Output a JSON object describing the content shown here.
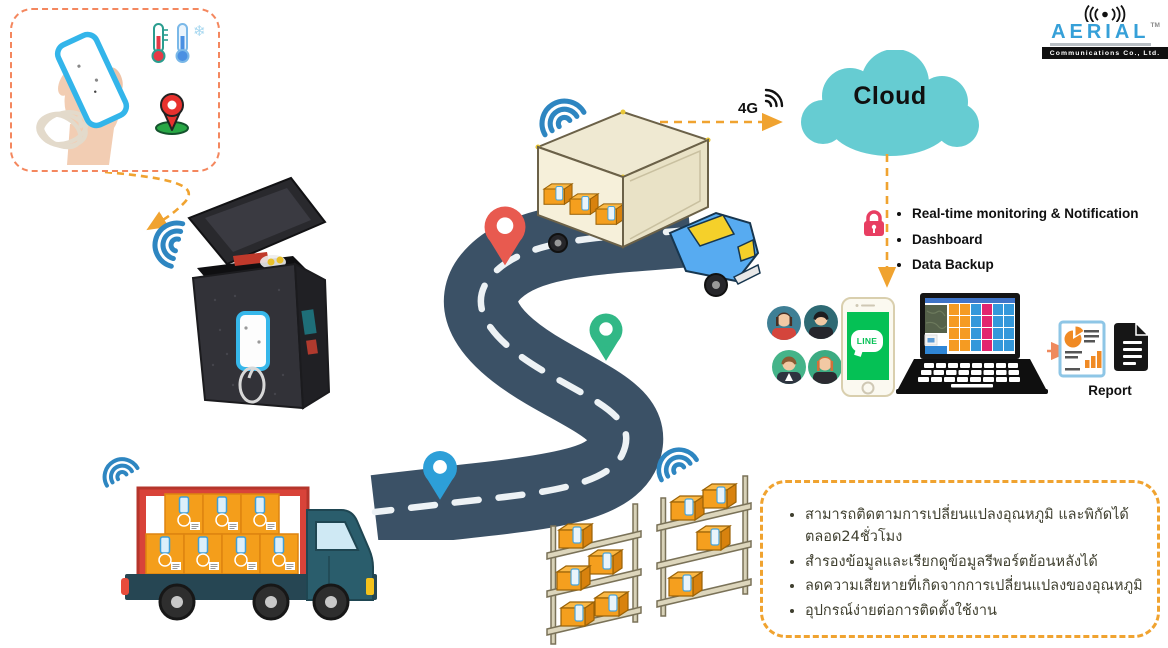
{
  "logo": {
    "brand": "AERIAL",
    "tm": "TM",
    "subtitle": "Communications Co., Ltd."
  },
  "cloud": {
    "label": "Cloud"
  },
  "network": {
    "four_g": "4G"
  },
  "features": {
    "items": [
      "Real-time monitoring & Notification",
      "Dashboard",
      "Data Backup"
    ]
  },
  "apps": {
    "line_label": "LINE"
  },
  "report": {
    "label": "Report"
  },
  "benefits": {
    "items": [
      "สามารถติดตามการเปลี่ยนแปลงอุณหภูมิ และพิกัดได้ ตลอด24ชั่วโมง",
      "สำรองข้อมูลและเรียกดูข้อมูลรีพอร์ตย้อนหลังได้",
      "ลดความเสียหายที่เกิดจากการเปลี่ยนแปลงของอุณหภูมิ",
      "อุปกรณ์ง่ายต่อการติดตั้งใช้งาน"
    ]
  },
  "icons": {
    "snowflake": "❄"
  },
  "colors": {
    "accent_orange": "#F0A330",
    "salmon_dash": "#F4875E",
    "cloud_teal": "#66CCD2",
    "road": "#3B5166",
    "pin_red": "#E85A4F",
    "pin_green": "#31B886",
    "pin_blue": "#2D9FD8",
    "wifi_blue": "#2E86C1",
    "line_green": "#06C755",
    "lock_pink": "#E83E62",
    "brand_blue": "#36A0D8"
  }
}
